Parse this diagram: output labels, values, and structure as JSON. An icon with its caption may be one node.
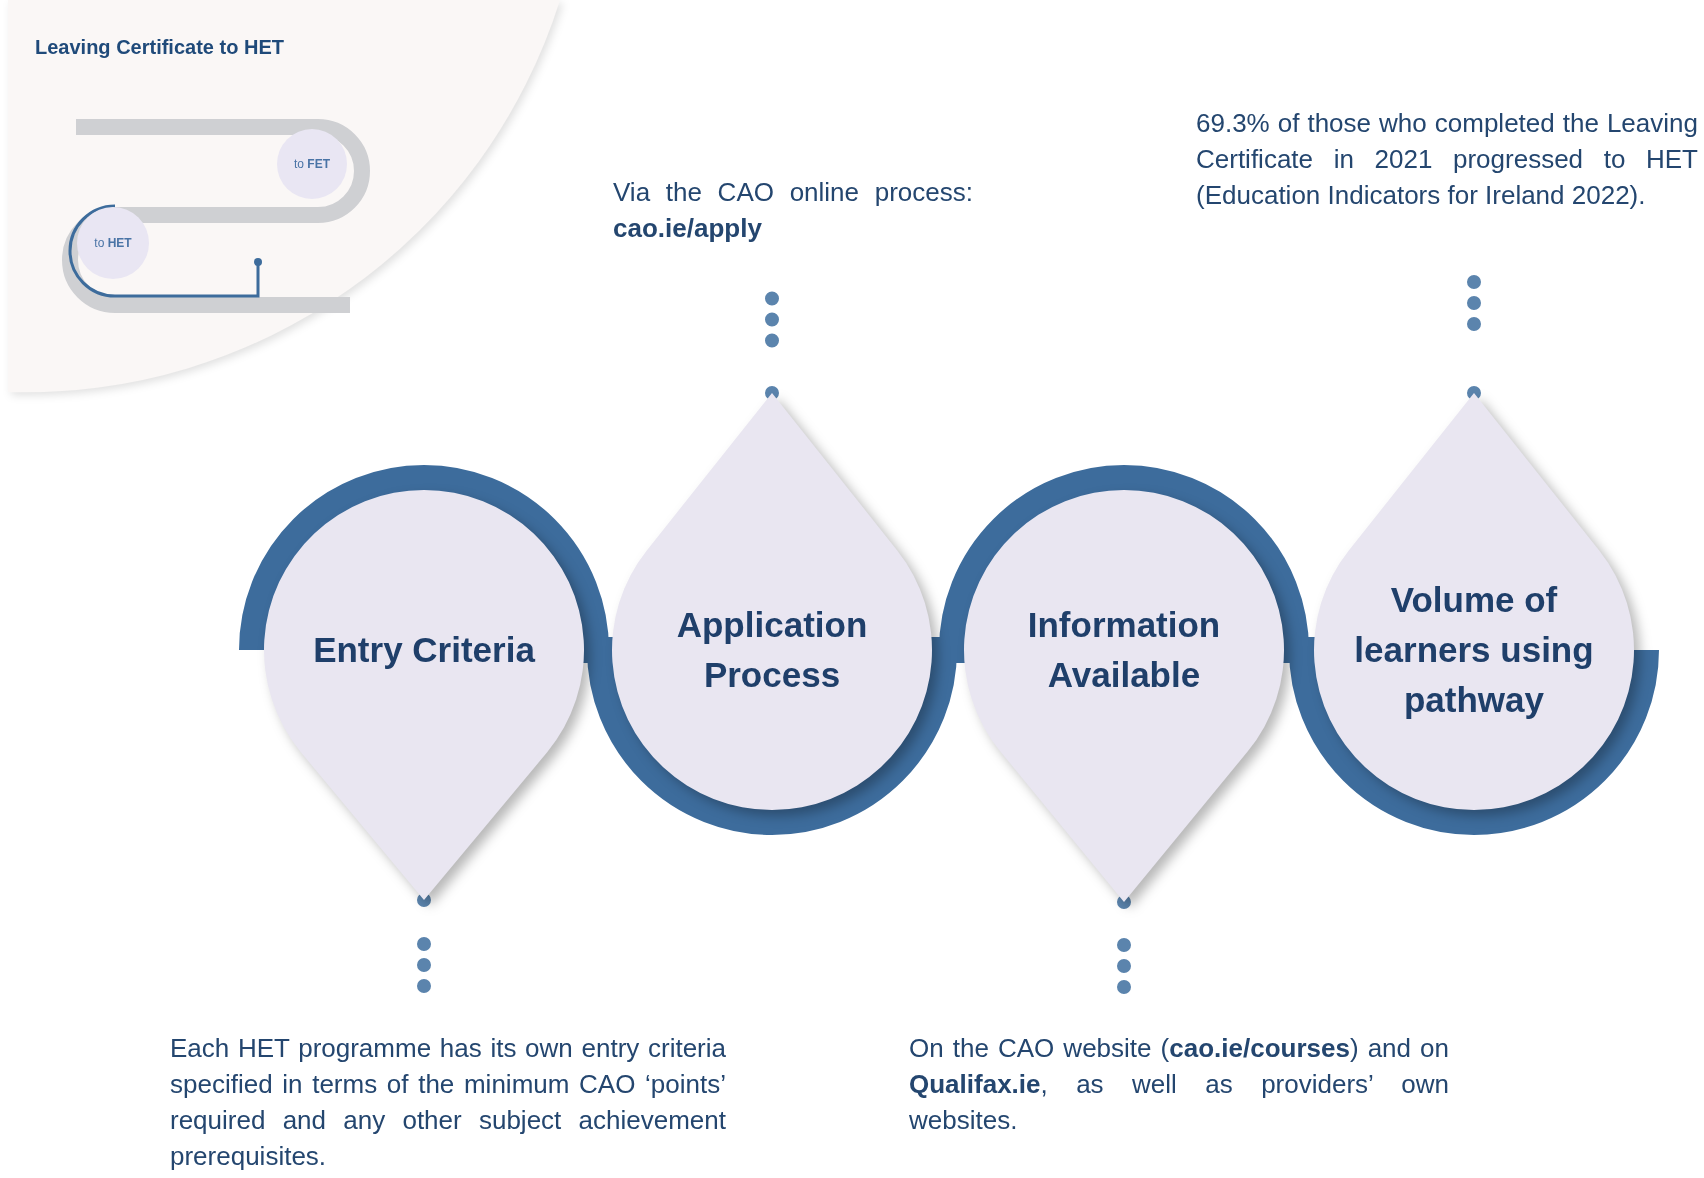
{
  "diagram": {
    "title": "Leaving Certificate to HET",
    "nodes": [
      {
        "text": [
          "to **FET**"
        ]
      },
      {
        "text": [
          "to **HET**"
        ]
      },
      {
        "text": [
          "Entry Criteria"
        ]
      },
      {
        "text": [
          "Application Process"
        ]
      },
      {
        "text": [
          "Information Available"
        ]
      },
      {
        "text": [
          "Volume of learners using pathway"
        ]
      },
      {
        "text": [
          "Via the CAO online process: **cao.ie/apply**"
        ]
      },
      {
        "text": [
          "69.3% of those who completed the Leaving Certificate in 2021 progressed to HET (Education Indicators for Ireland 2022)."
        ]
      },
      {
        "text": [
          "Each HET programme has its own entry criteria specified in terms of the minimum CAO ‘points’ required and any other subject achievement prerequisites."
        ]
      },
      {
        "text": [
          "On the CAO website (**cao.ie/courses**) and on **Qualifax.ie**, as well as providers’ own websites."
        ]
      }
    ],
    "edges": [
      {
        "from": 3,
        "to": 6,
        "arrow": "none"
      },
      {
        "from": 5,
        "to": 7,
        "arrow": "none"
      },
      {
        "from": 2,
        "to": 8,
        "arrow": "none"
      },
      {
        "from": 4,
        "to": 9,
        "arrow": "none"
      }
    ]
  }
}
